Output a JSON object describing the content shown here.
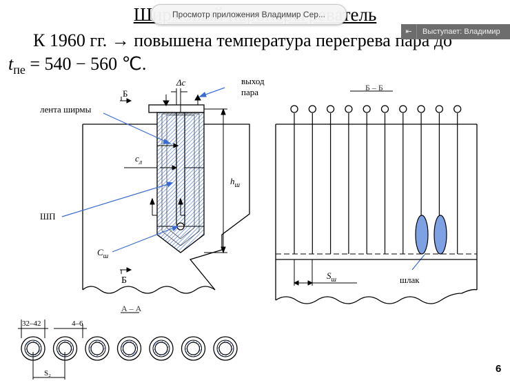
{
  "slide": {
    "title": "Ширмовый пароперегреватель",
    "line1": "К 1960 гг. → повышена температура перегрева пара до",
    "line2_sym": "t",
    "line2_sub": "пе",
    "line2_rest": " = 540 − 560 ℃.",
    "page_number": "6"
  },
  "overlay": {
    "popup_text": "Просмотр приложения Владимир Сер...",
    "speaker_text": "Выступает: Владимир",
    "exit_icon": "exit-fullscreen-icon"
  },
  "diagram": {
    "label_section_b": "Б",
    "label_delta_c": "Δc",
    "label_outlet": "выход",
    "label_outlet2": "пара",
    "label_ribbon": "лента ширмы",
    "label_c_l": "c",
    "label_c_l_sub": "л",
    "label_h": "h",
    "label_h_sub": "ш",
    "label_shp": "ШП",
    "label_c_sh": "C",
    "label_c_sh_sub": "ш",
    "label_a": "А",
    "label_bb": "Б – Б",
    "label_s": "S",
    "label_s_sub": "ш",
    "label_slag": "шлак",
    "label_aa": "А – А",
    "label_dim1": "32–42",
    "label_dim2": "4–6",
    "label_s2": "S₂"
  }
}
